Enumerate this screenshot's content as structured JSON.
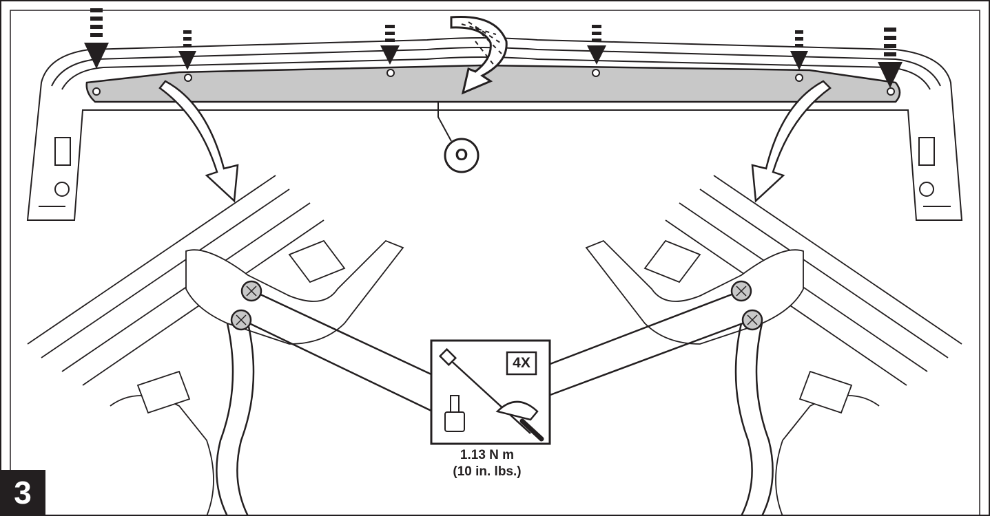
{
  "step": {
    "number": "3"
  },
  "callout": {
    "part_label": "O"
  },
  "torque_box": {
    "quantity": "4X"
  },
  "torque": {
    "metric": "1.13 N m",
    "imperial": "(10 in. lbs.)"
  },
  "colors": {
    "ink": "#231f20",
    "panel_fill": "#c8c8c8",
    "background": "#ffffff"
  },
  "icons": [
    "push-down-arrow-icon",
    "rotate-arrow-icon",
    "torque-wrench-icon",
    "socket-bit-icon",
    "curved-arrow-icon"
  ]
}
